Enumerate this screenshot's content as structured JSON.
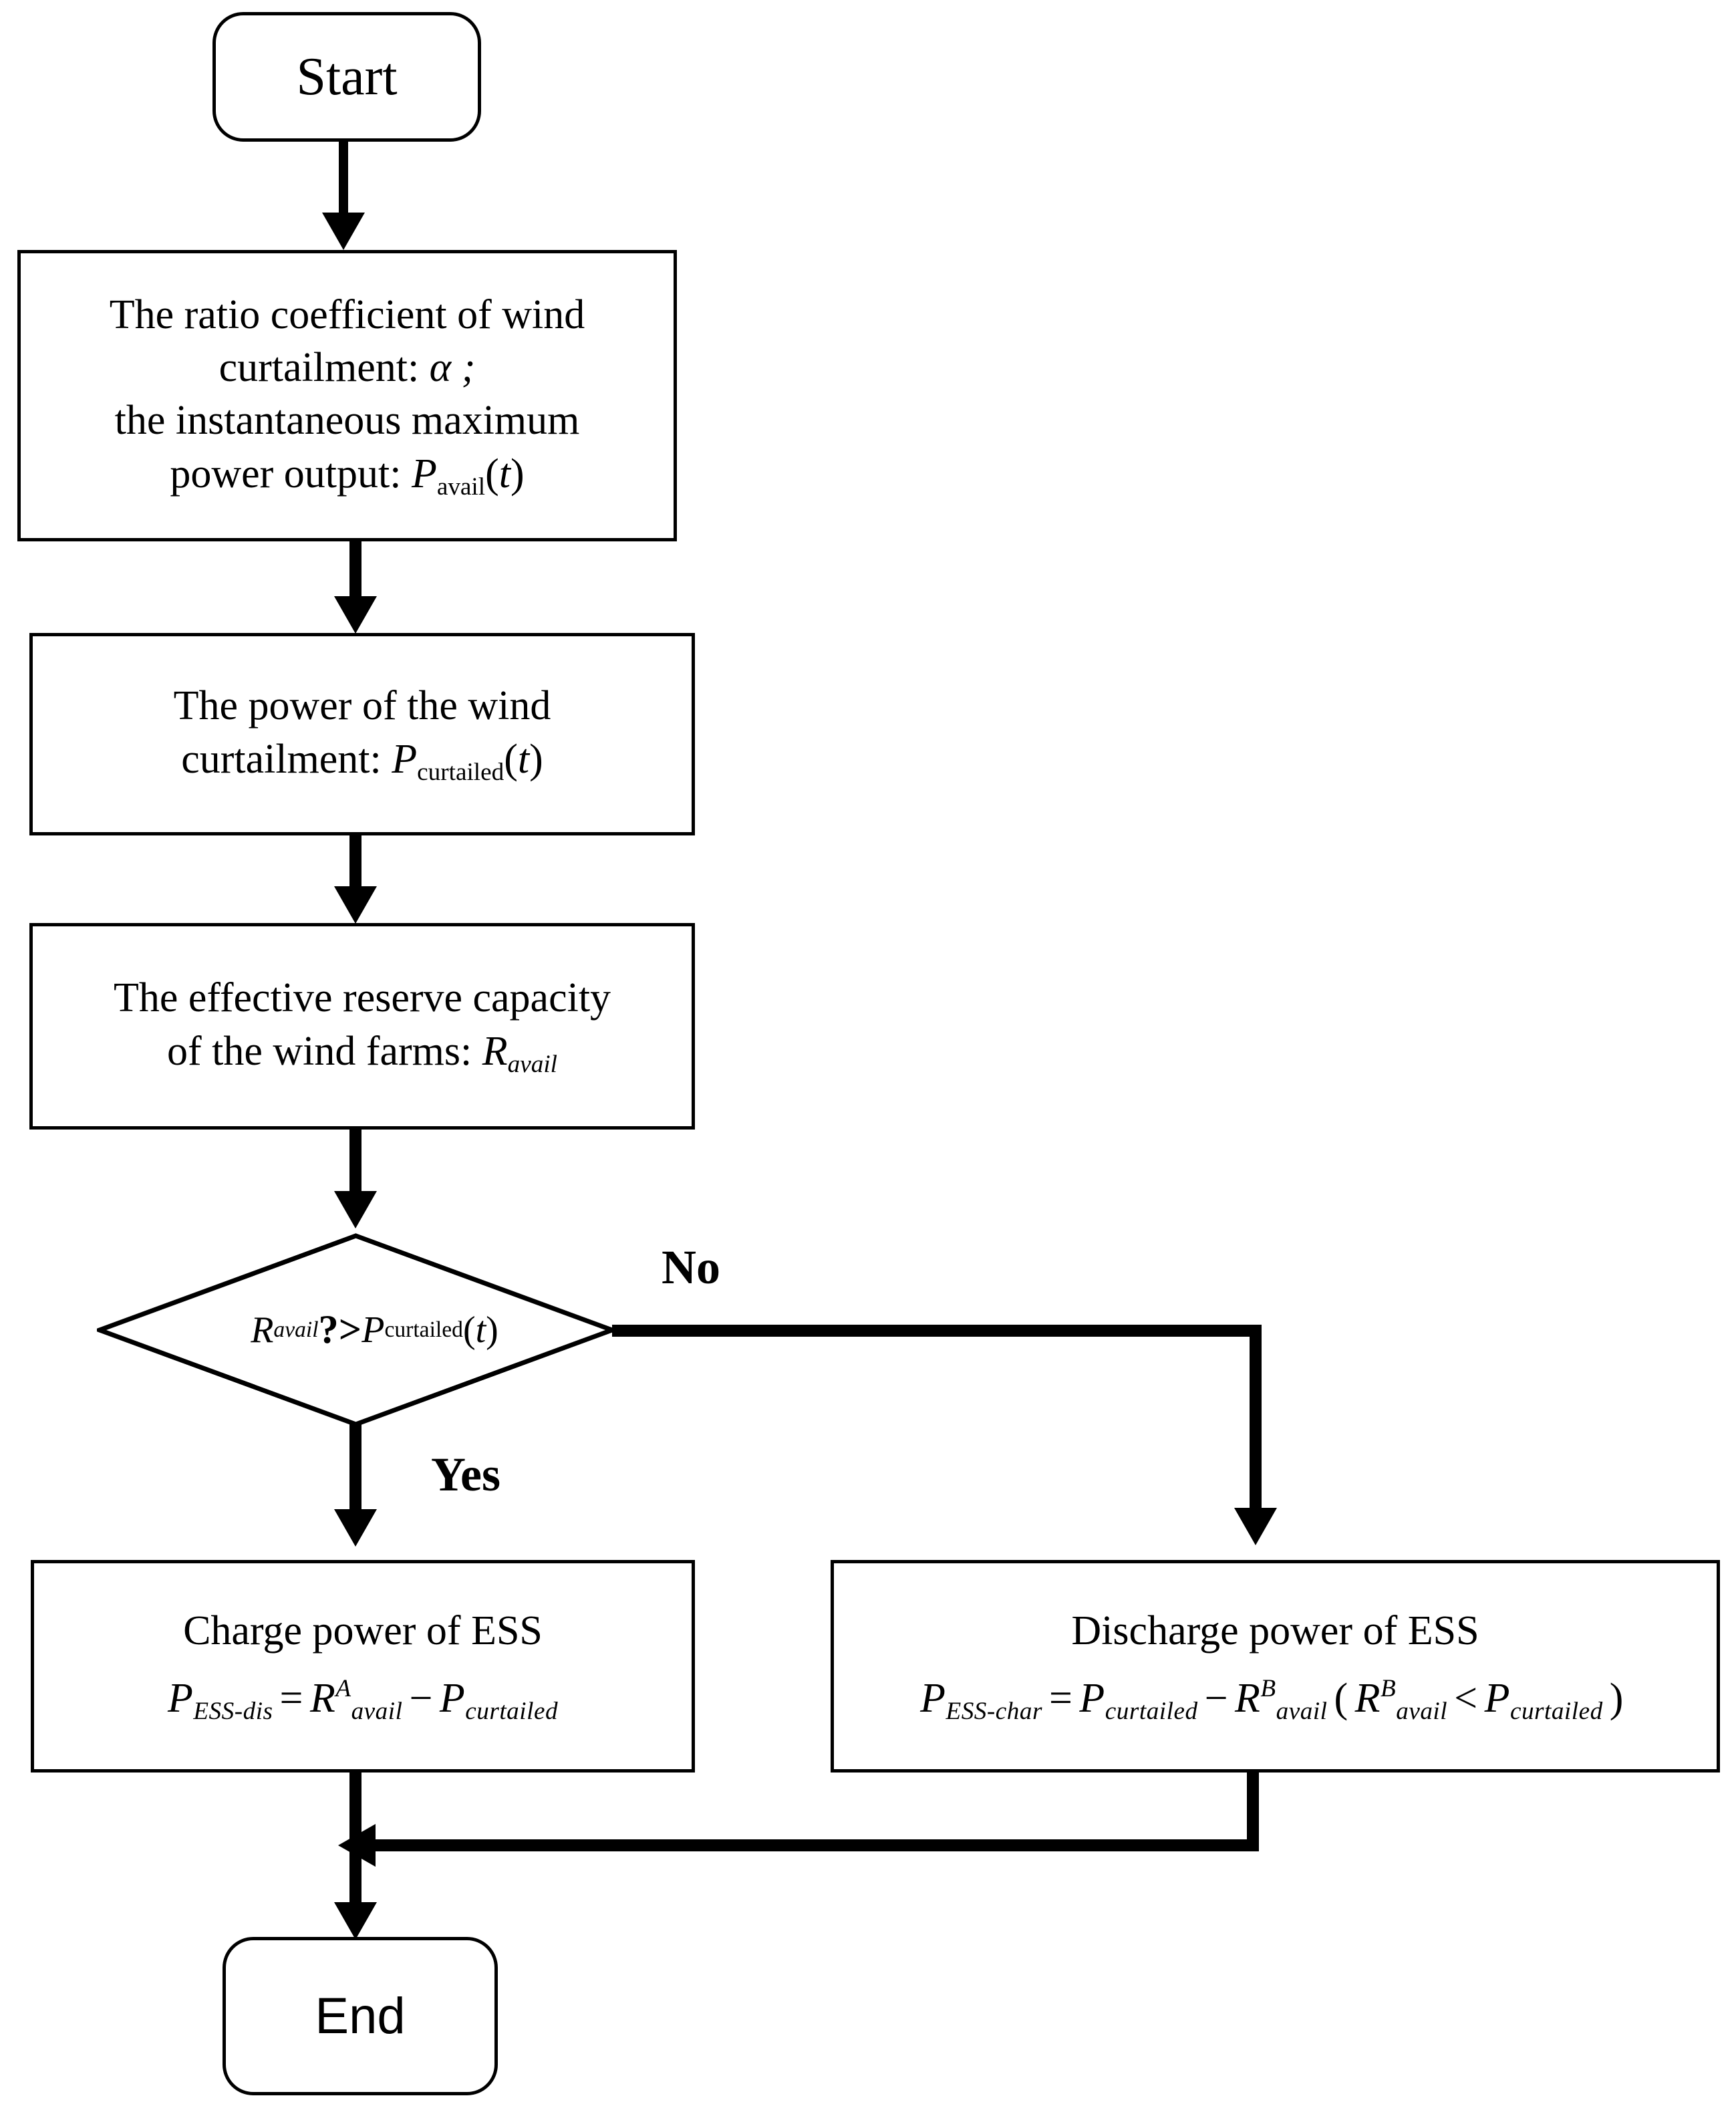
{
  "diagram": {
    "type": "flowchart",
    "title": "ESS charge/discharge control flow based on wind curtailment",
    "orientation": "top-to-bottom",
    "line_color": "#000000",
    "fill_color": "#ffffff"
  },
  "nodes": {
    "start": {
      "shape": "rounded-rectangle",
      "label": "Start"
    },
    "box_inputs": {
      "shape": "rectangle",
      "lines": [
        "The ratio coefficient of wind",
        "curtailment: α ;",
        "the instantaneous maximum",
        "power output: P_avail(t)"
      ],
      "line1": "The ratio coefficient of wind",
      "line2_prefix": "curtailment: ",
      "line2_symbol": "α",
      "line2_suffix": " ;",
      "line3": "the instantaneous maximum",
      "line4_prefix": "power output: ",
      "line4_var": "P",
      "line4_sub": "avail",
      "line4_arg_open": "(",
      "line4_arg": "t",
      "line4_arg_close": ")"
    },
    "box_curtailed": {
      "shape": "rectangle",
      "line1": "The power of the wind",
      "line2_prefix": "curtailment: ",
      "line2_var": "P",
      "line2_sub": "curtailed",
      "line2_arg_open": "(",
      "line2_arg": "t",
      "line2_arg_close": ")"
    },
    "box_reserve": {
      "shape": "rectangle",
      "line1": "The effective reserve capacity",
      "line2_prefix": "of the wind farms: ",
      "line2_var": "R",
      "line2_sub": "avail"
    },
    "decision": {
      "shape": "diamond",
      "lhs_var": "R",
      "lhs_sub": "avail",
      "question": "?",
      "operator": ">",
      "rhs_var": "P",
      "rhs_sub": "curtailed",
      "rhs_arg_open": "(",
      "rhs_arg": "t",
      "rhs_arg_close": ")",
      "text_plain": "R_avail ?> P_curtailed(t)"
    },
    "box_charge": {
      "shape": "rectangle",
      "title": "Charge power of ESS",
      "formula_plain": "P_ESS-dis = R^A_avail − P_curtailed",
      "f_lhs_var": "P",
      "f_lhs_sub": "ESS-dis",
      "f_eq": "=",
      "f_t1_var": "R",
      "f_t1_sup": "A",
      "f_t1_sub": "avail",
      "f_minus": "−",
      "f_t2_var": "P",
      "f_t2_sub": "curtailed"
    },
    "box_discharge": {
      "shape": "rectangle",
      "title": "Discharge power of ESS",
      "formula_plain": "P_ESS-char = P_curtailed − R^B_avail ( R^B_avail < P_curtailed )",
      "f_lhs_var": "P",
      "f_lhs_sub": "ESS-char",
      "f_eq": "=",
      "f_t1_var": "P",
      "f_t1_sub": "curtailed",
      "f_minus": "−",
      "f_t2_var": "R",
      "f_t2_sup": "B",
      "f_t2_sub": "avail",
      "f_paren_open": "(",
      "f_t3_var": "R",
      "f_t3_sup": "B",
      "f_t3_sub": "avail",
      "f_lt": "<",
      "f_t4_var": "P",
      "f_t4_sub": "curtailed",
      "f_paren_close": ")"
    },
    "end": {
      "shape": "rounded-rectangle",
      "label": "End"
    }
  },
  "edges": {
    "yes_label": "Yes",
    "no_label": "No"
  }
}
